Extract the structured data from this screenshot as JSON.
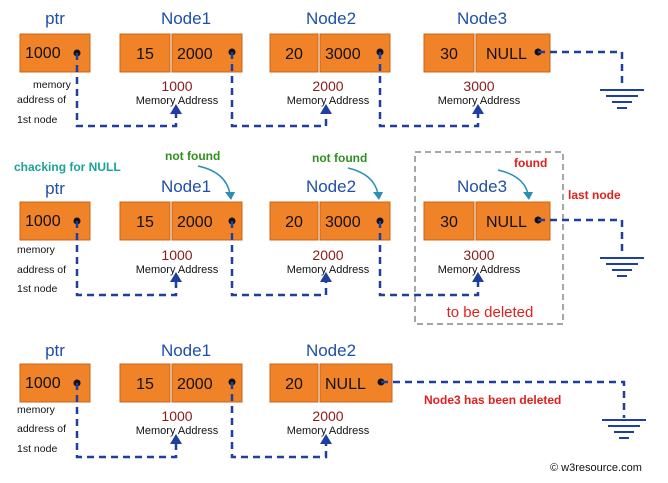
{
  "rows": [
    {
      "ptr": {
        "label": "ptr",
        "value": "1000"
      },
      "mem_label": [
        "memory",
        "address of",
        "1st node"
      ],
      "nodes": [
        {
          "title": "Node1",
          "data": "15",
          "next": "2000",
          "addr": "1000",
          "addr_label": "Memory Address"
        },
        {
          "title": "Node2",
          "data": "20",
          "next": "3000",
          "addr": "2000",
          "addr_label": "Memory Address"
        },
        {
          "title": "Node3",
          "data": "30",
          "next": "NULL",
          "addr": "3000",
          "addr_label": "Memory Address"
        }
      ]
    },
    {
      "ptr": {
        "label": "ptr",
        "value": "1000"
      },
      "mem_label": [
        "memory",
        "address of",
        "1st node"
      ],
      "nodes": [
        {
          "title": "Node1",
          "data": "15",
          "next": "2000",
          "addr": "1000",
          "addr_label": "Memory Address"
        },
        {
          "title": "Node2",
          "data": "20",
          "next": "3000",
          "addr": "2000",
          "addr_label": "Memory Address"
        },
        {
          "title": "Node3",
          "data": "30",
          "next": "NULL",
          "addr": "3000",
          "addr_label": "Memory Address"
        }
      ],
      "checking_label": "chacking for NULL",
      "not_found_1": "not found",
      "not_found_2": "not found",
      "found": "found",
      "last_node": "last node",
      "to_be_deleted": "to be deleted"
    },
    {
      "ptr": {
        "label": "ptr",
        "value": "1000"
      },
      "mem_label": [
        "memory",
        "address of",
        "1st node"
      ],
      "nodes": [
        {
          "title": "Node1",
          "data": "15",
          "next": "2000",
          "addr": "1000",
          "addr_label": "Memory Address"
        },
        {
          "title": "Node2",
          "data": "20",
          "next": "NULL",
          "addr": "2000",
          "addr_label": "Memory Address"
        }
      ],
      "deleted_note": "Node3 has been deleted"
    }
  ],
  "credit": "© w3resource.com",
  "colors": {
    "node": "#f08228",
    "line": "#1f3fa0",
    "header": "#1f4fa8",
    "address": "#8b1a1a"
  }
}
